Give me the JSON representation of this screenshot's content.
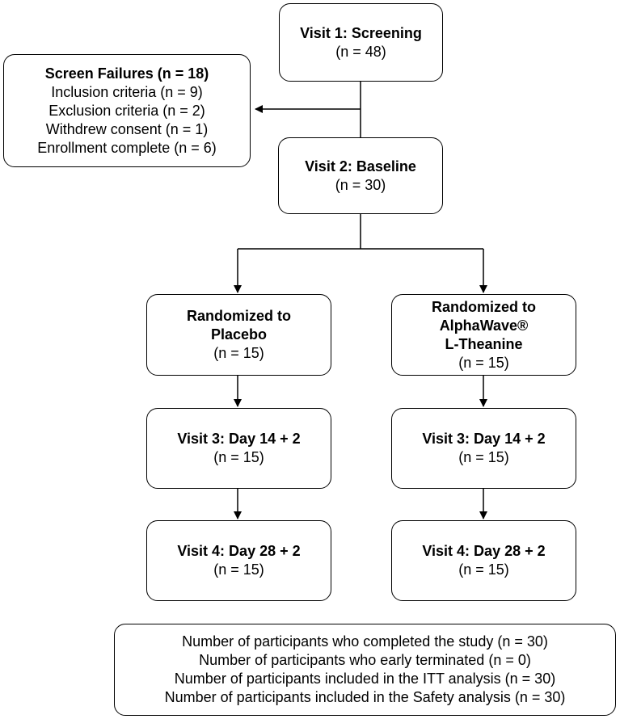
{
  "visit1": {
    "title": "Visit 1: Screening",
    "n": "(n = 48)"
  },
  "screen_failures": {
    "title": "Screen Failures (n = 18)",
    "lines": [
      "Inclusion criteria (n = 9)",
      "Exclusion criteria (n = 2)",
      "Withdrew consent (n = 1)",
      "Enrollment complete (n = 6)"
    ]
  },
  "visit2": {
    "title": "Visit 2: Baseline",
    "n": "(n = 30)"
  },
  "placebo": {
    "randomized": {
      "title_line1": "Randomized to",
      "title_line2": "Placebo",
      "n": "(n = 15)"
    },
    "visit3": {
      "title": "Visit 3: Day 14 + 2",
      "n": "(n = 15)"
    },
    "visit4": {
      "title": "Visit 4: Day 28 + 2",
      "n": "(n = 15)"
    }
  },
  "theanine": {
    "randomized": {
      "title_line1": "Randomized to",
      "title_line2": "AlphaWave®",
      "title_line3": "L-Theanine",
      "n": "(n = 15)"
    },
    "visit3": {
      "title": "Visit 3: Day 14 + 2",
      "n": "(n = 15)"
    },
    "visit4": {
      "title": "Visit 4: Day 28 + 2",
      "n": "(n = 15)"
    }
  },
  "summary": {
    "lines": [
      "Number of participants who completed the study (n = 30)",
      "Number of participants who early terminated (n = 0)",
      "Number of participants included in the ITT analysis (n = 30)",
      "Number of participants included in the Safety analysis (n = 30)"
    ]
  }
}
